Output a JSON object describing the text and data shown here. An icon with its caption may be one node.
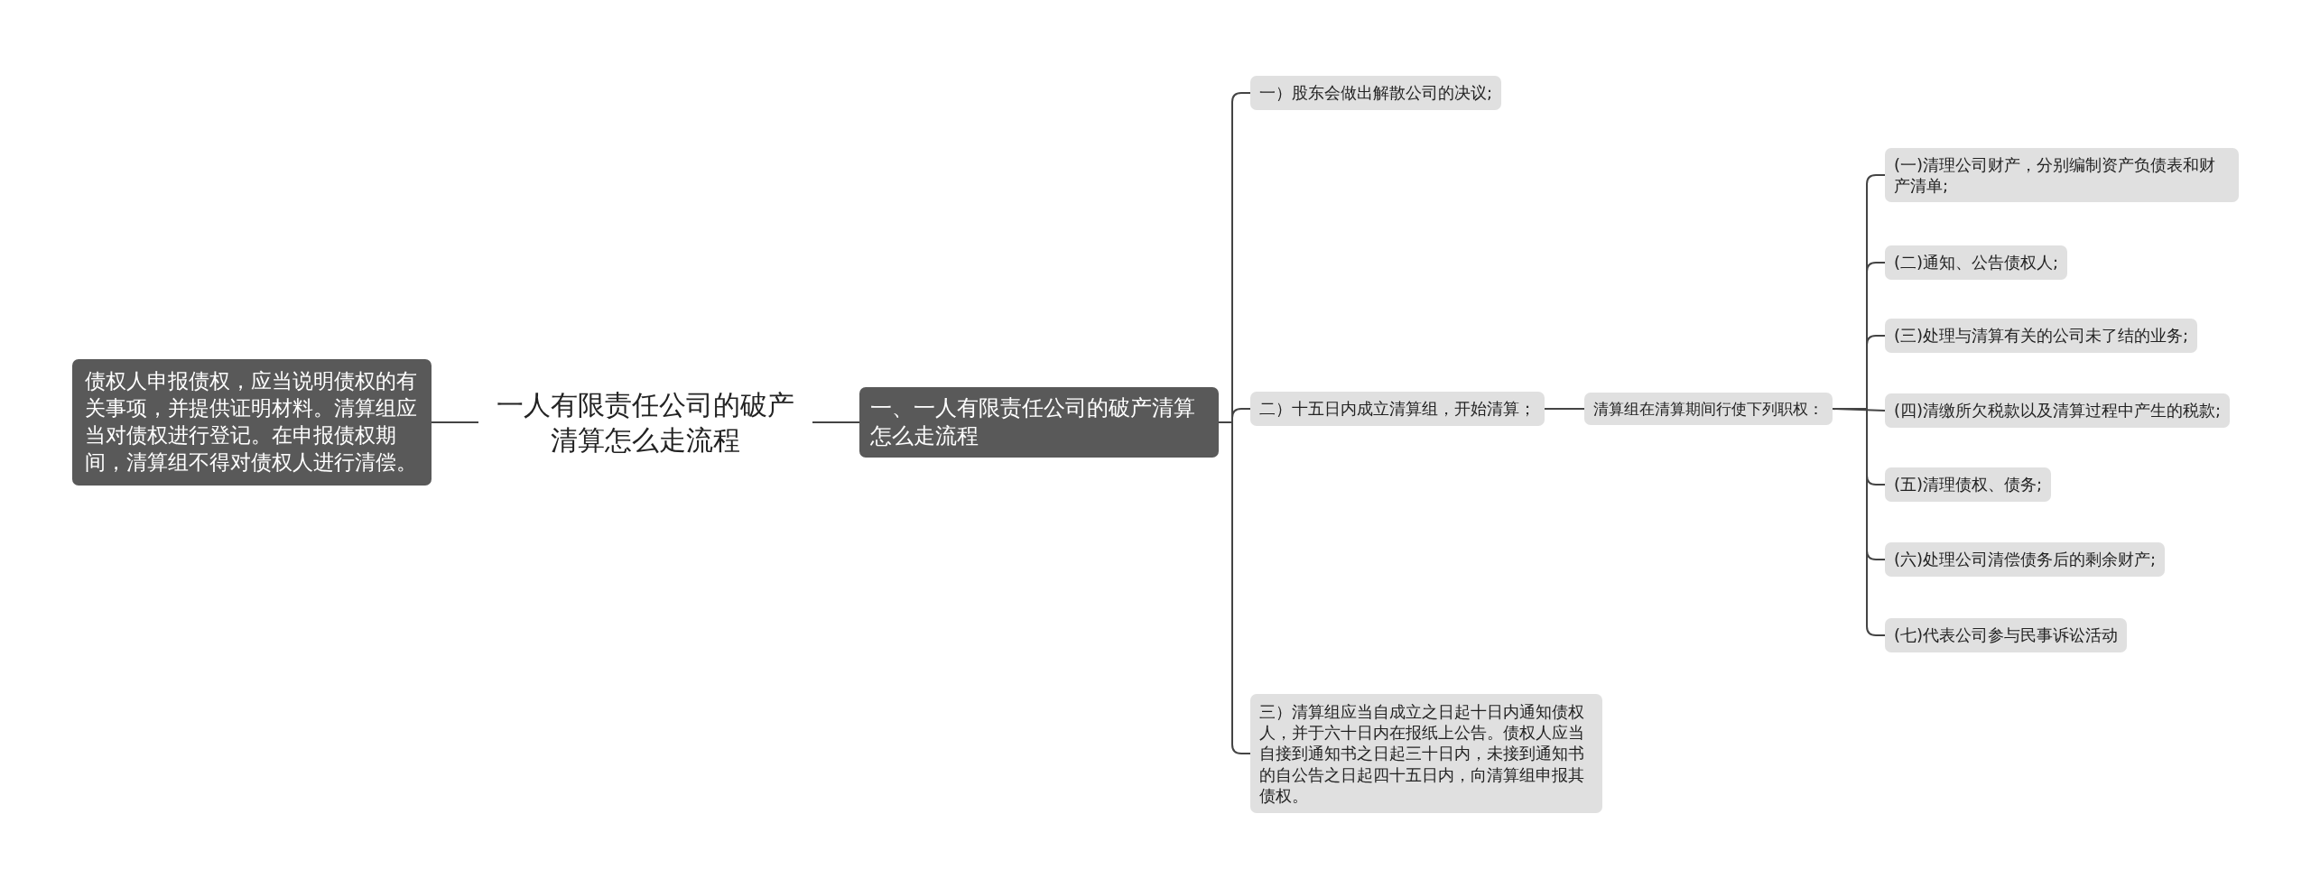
{
  "diagram": {
    "nodes": [
      {
        "text": [
          "债权人申报债权，应当说明债权的有关事项，并提供证明材料。清算组应当对债权进行登记。在申报债权期间，清算组不得对债权人进行清偿。"
        ]
      },
      {
        "text": [
          "一人有限责任公司的破产清算怎么走流程"
        ]
      },
      {
        "text": [
          "一、一人有限责任公司的破产清算怎么走流程"
        ]
      },
      {
        "text": [
          "一）股东会做出解散公司的决议;"
        ]
      },
      {
        "text": [
          "二）十五日内成立清算组，开始清算；"
        ]
      },
      {
        "text": [
          "三）清算组应当自成立之日起十日内通知债权人，并于六十日内在报纸上公告。债权人应当自接到通知书之日起三十日内，未接到通知书的自公告之日起四十五日内，向清算组申报其债权。"
        ]
      },
      {
        "text": [
          "清算组在清算期间行使下列职权："
        ]
      },
      {
        "text": [
          "(一)清理公司财产，分别编制资产负债表和财产清单;"
        ]
      },
      {
        "text": [
          "(二)通知、公告债权人;"
        ]
      },
      {
        "text": [
          "(三)处理与清算有关的公司未了结的业务;"
        ]
      },
      {
        "text": [
          "(四)清缴所欠税款以及清算过程中产生的税款;"
        ]
      },
      {
        "text": [
          "(五)清理债权、债务;"
        ]
      },
      {
        "text": [
          "(六)处理公司清偿债务后的剩余财产;"
        ]
      },
      {
        "text": [
          "(七)代表公司参与民事诉讼活动"
        ]
      }
    ],
    "edges": [
      {
        "from": 1,
        "to": 0,
        "arrow": "none"
      },
      {
        "from": 1,
        "to": 2,
        "arrow": "none"
      },
      {
        "from": 2,
        "to": 3,
        "arrow": "none"
      },
      {
        "from": 2,
        "to": 4,
        "arrow": "none"
      },
      {
        "from": 2,
        "to": 5,
        "arrow": "none"
      },
      {
        "from": 4,
        "to": 6,
        "arrow": "none"
      },
      {
        "from": 6,
        "to": 7,
        "arrow": "none"
      },
      {
        "from": 6,
        "to": 8,
        "arrow": "none"
      },
      {
        "from": 6,
        "to": 9,
        "arrow": "none"
      },
      {
        "from": 6,
        "to": 10,
        "arrow": "none"
      },
      {
        "from": 6,
        "to": 11,
        "arrow": "none"
      },
      {
        "from": 6,
        "to": 12,
        "arrow": "none"
      },
      {
        "from": 6,
        "to": 13,
        "arrow": "none"
      }
    ]
  }
}
